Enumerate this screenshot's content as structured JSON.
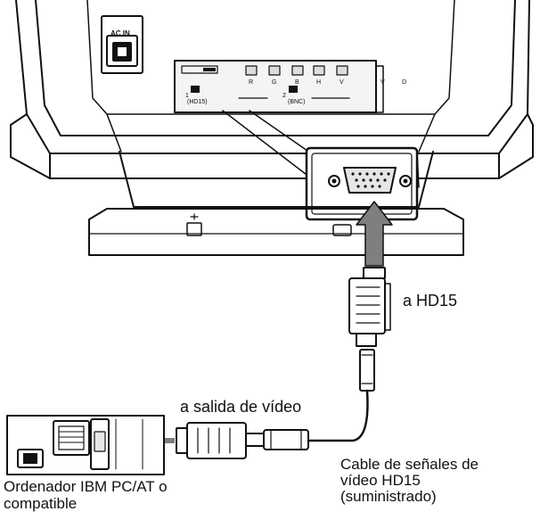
{
  "labels": {
    "hd15": "a HD15",
    "video_output": "a salida de vídeo",
    "cable_line1": "Cable de señales de",
    "cable_line2": "vídeo HD15",
    "cable_line3": "(suministrado)",
    "computer_line1": "Ordenador IBM PC/AT o",
    "computer_line2": "compatible"
  },
  "monitor_panel": {
    "ac_in": "AC IN",
    "ports": [
      "R",
      "G",
      "B",
      "H",
      "V",
      "V",
      "D"
    ],
    "input1": "1",
    "input1_sub": "(HD15)",
    "input2": "2",
    "input2_sub": "(BNC)"
  },
  "colors": {
    "line": "#111111",
    "arrow_fill": "#7f7f7f",
    "shade": "#e6e6e6"
  }
}
